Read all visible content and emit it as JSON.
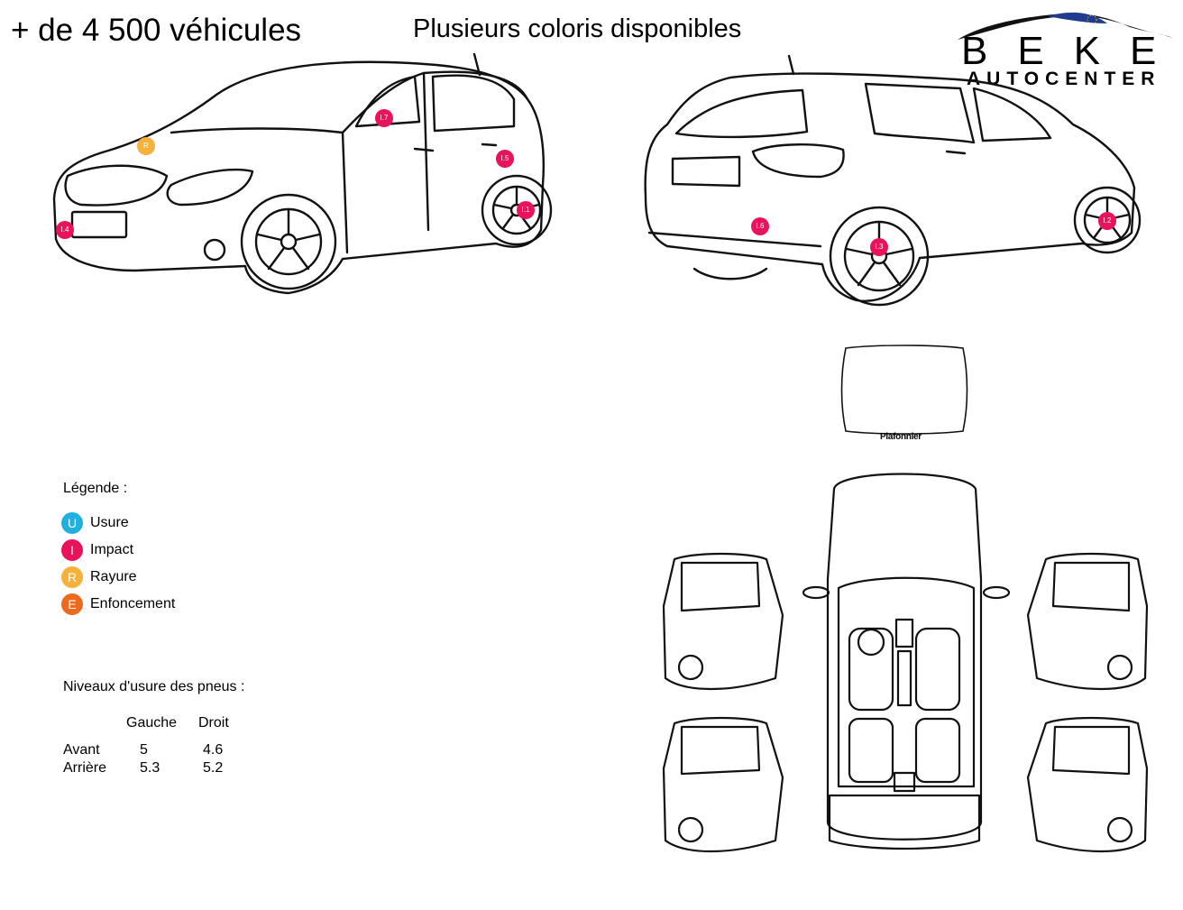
{
  "header": {
    "headline": "+ de 4 500 véhicules",
    "subheadline": "Plusieurs coloris disponibles"
  },
  "logo": {
    "word": "BEKE",
    "sub": "AUTOCENTER",
    "accent_color": "#1f3d8c"
  },
  "damage_markers": [
    {
      "code": "R",
      "type": "rayure",
      "view": "front-three-quarter"
    },
    {
      "code": "I.7",
      "type": "impact",
      "view": "front-three-quarter"
    },
    {
      "code": "I.5",
      "type": "impact",
      "view": "front-three-quarter"
    },
    {
      "code": "I.1",
      "type": "impact",
      "view": "front-three-quarter"
    },
    {
      "code": "I.4",
      "type": "impact",
      "view": "front-three-quarter"
    },
    {
      "code": "I.6",
      "type": "impact",
      "view": "rear-three-quarter"
    },
    {
      "code": "I.3",
      "type": "impact",
      "view": "rear-three-quarter"
    },
    {
      "code": "I.2",
      "type": "impact",
      "view": "rear-three-quarter"
    }
  ],
  "interior": {
    "plafonnier_label": "Plafonnier"
  },
  "legend": {
    "title": "Légende :",
    "items": [
      {
        "code": "U",
        "label": "Usure",
        "color": "#1fb0de"
      },
      {
        "code": "I",
        "label": "Impact",
        "color": "#e8135b"
      },
      {
        "code": "R",
        "label": "Rayure",
        "color": "#f4b13c"
      },
      {
        "code": "E",
        "label": "Enfoncement",
        "color": "#ec6a1d"
      }
    ]
  },
  "tyres": {
    "title": "Niveaux d'usure des pneus :",
    "col_left": "Gauche",
    "col_right": "Droit",
    "rows": [
      {
        "label": "Avant",
        "left": "5",
        "right": "4.6"
      },
      {
        "label": "Arrière",
        "left": "5.3",
        "right": "5.2"
      }
    ]
  }
}
